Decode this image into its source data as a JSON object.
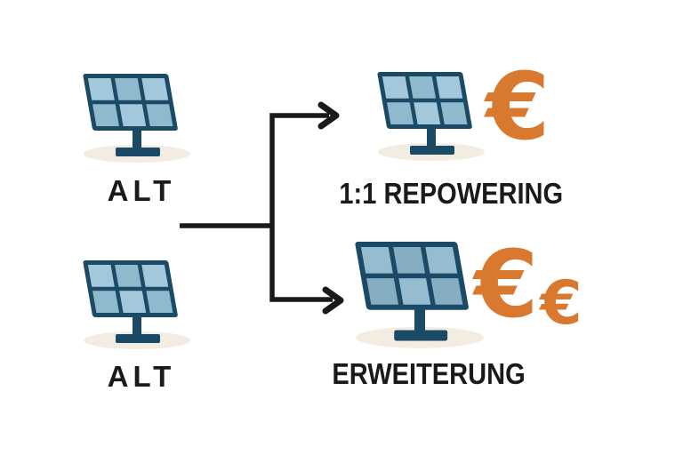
{
  "theme": {
    "bg": "#ffffff",
    "ink": "#1a1a1a",
    "euro": "#d9782f",
    "frame": "#1b4a66",
    "cell-a": "#a4c8db",
    "cell-b": "#8fbacd",
    "cell-big-a": "#96bccf",
    "cell-big-b": "#85aec2",
    "shadow": "#f2ece1"
  },
  "nodes": {
    "source_top": {
      "label": "ALT"
    },
    "source_bottom": {
      "label": "ALT"
    },
    "option_top": {
      "label": "1:1 REPOWERING",
      "euro": "€"
    },
    "option_bottom": {
      "label": "ERWEITERUNG",
      "euro_large": "€",
      "euro_small": "€"
    }
  }
}
